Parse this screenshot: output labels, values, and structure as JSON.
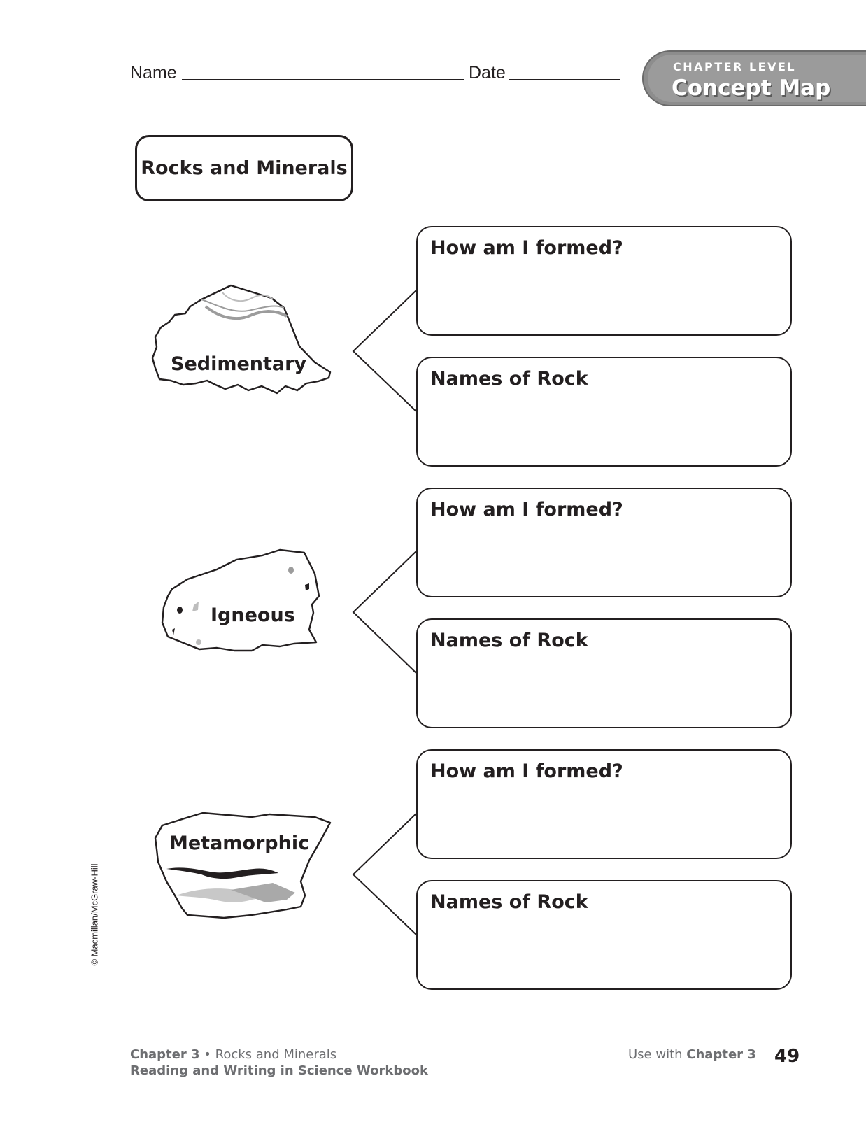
{
  "header": {
    "name_label": "Name",
    "date_label": "Date"
  },
  "tab": {
    "kicker": "CHAPTER LEVEL",
    "title": "Concept Map"
  },
  "main_topic": "Rocks and Minerals",
  "rocks": [
    {
      "name": "Sedimentary",
      "question": "How am I formed?",
      "names_prompt": "Names of Rock"
    },
    {
      "name": "Igneous",
      "question": "How am I formed?",
      "names_prompt": "Names of Rock"
    },
    {
      "name": "Metamorphic",
      "question": "How am I formed?",
      "names_prompt": "Names of Rock"
    }
  ],
  "copyright": "© Macmillan/McGraw-Hill",
  "footer": {
    "chapter": "Chapter 3",
    "bullet": "•",
    "chapter_title": "Rocks and Minerals",
    "workbook": "Reading and Writing in Science Workbook",
    "use_with": "Use with",
    "use_with_chapter": "Chapter 3",
    "page_number": "49"
  }
}
